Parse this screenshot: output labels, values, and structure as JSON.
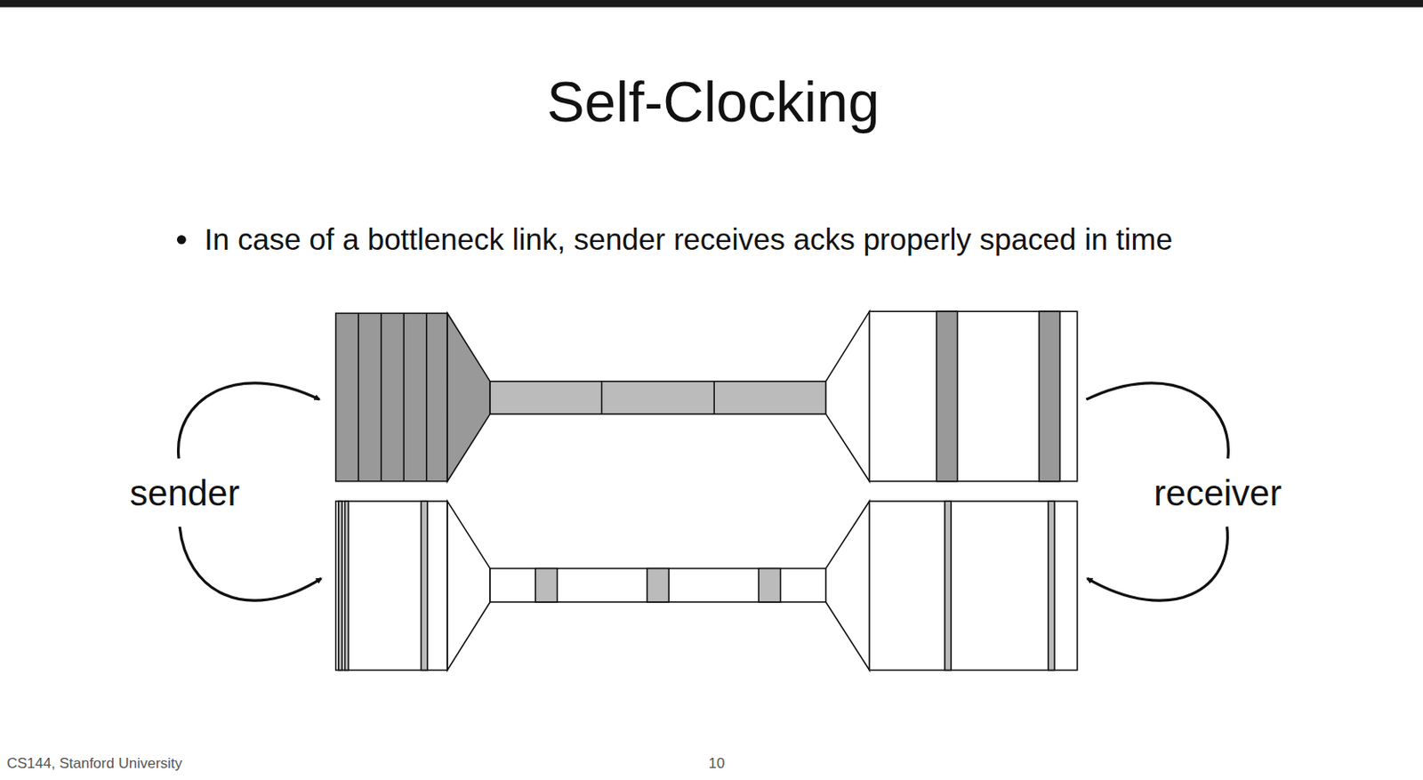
{
  "diagram": {
    "title": "Self-Clocking",
    "labels": [
      "In case of a bottleneck link, sender receives acks properly spaced in time",
      "sender",
      "receiver",
      "CS144, Stanford University",
      "10"
    ]
  }
}
